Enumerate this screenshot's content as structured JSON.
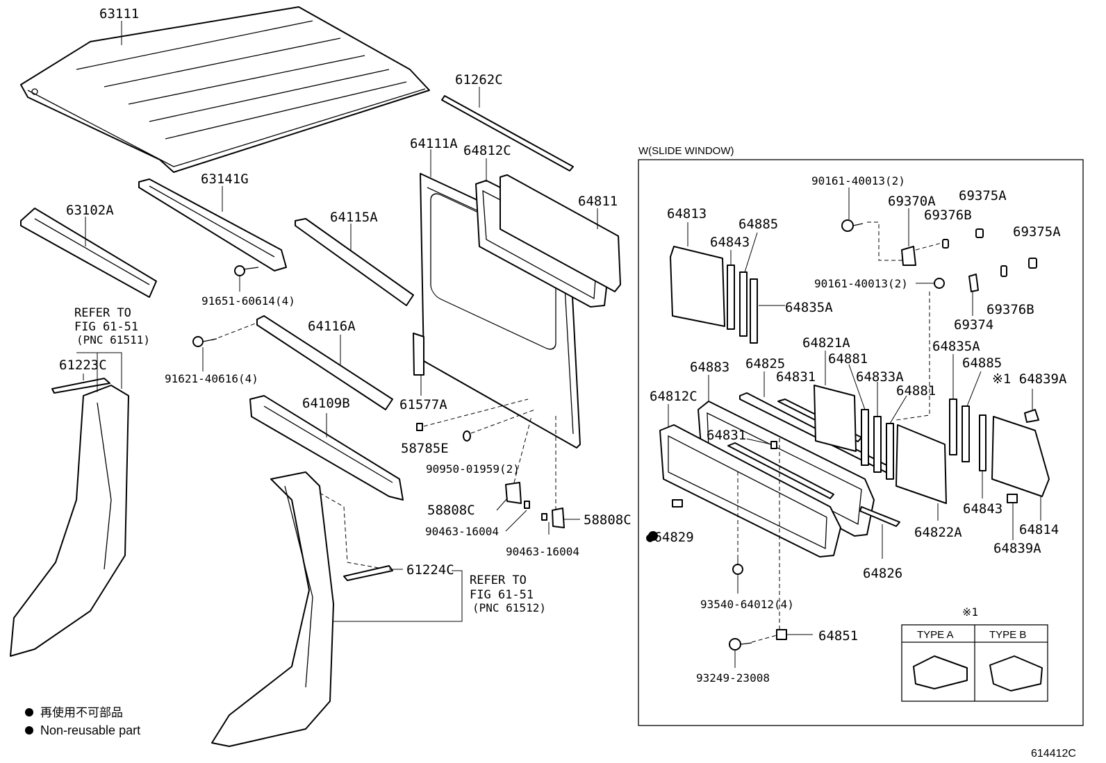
{
  "labels": {
    "p63111": "63111",
    "p61262C": "61262C",
    "p63141G": "63141G",
    "p63102A": "63102A",
    "p64115A": "64115A",
    "p64111A": "64111A",
    "p64812C_top": "64812C",
    "p64811": "64811",
    "p91651": "91651-60614(4)",
    "p64116A": "64116A",
    "p91621": "91621-40616(4)",
    "p61223C": "61223C",
    "p64109B": "64109B",
    "p61577A": "61577A",
    "p58785E": "58785E",
    "p90950": "90950-01959(2)",
    "p58808C_l": "58808C",
    "p58808C_r": "58808C",
    "p90463_l": "90463-16004",
    "p90463_r": "90463-16004",
    "p61224C": "61224C",
    "refer1_a": "REFER TO",
    "refer1_b": "FIG 61-51",
    "refer1_c": "(PNC 61511)",
    "refer2_a": "REFER TO",
    "refer2_b": "FIG 61-51",
    "refer2_c": "(PNC 61512)",
    "slide_title": "W(SLIDE WINDOW)",
    "p90161_a": "90161-40013(2)",
    "p90161_b": "90161-40013(2)",
    "p69370A": "69370A",
    "p69375A_1": "69375A",
    "p69376B_1": "69376B",
    "p69375A_2": "69375A",
    "p69374": "69374",
    "p69376B_2": "69376B",
    "p64813": "64813",
    "p64885_1": "64885",
    "p64843_1": "64843",
    "p64835A_1": "64835A",
    "p64821A": "64821A",
    "p64881_1": "64881",
    "p64835A_2": "64835A",
    "p64885_2": "64885",
    "p64883": "64883",
    "p64825": "64825",
    "p64831_1": "64831",
    "p64833A": "64833A",
    "p64881_2": "64881",
    "p64839A_1": "※1 64839A",
    "p64812C_bot": "64812C",
    "p64831_2": "64831",
    "p64829": "●64829",
    "p64822A": "64822A",
    "p64843_2": "64843",
    "p64814": "64814",
    "p64839A_2": "64839A",
    "p64826": "64826",
    "p93540": "93540-64012(4)",
    "p64851": "64851",
    "p93249": "93249-23008",
    "note_mark": "※1",
    "type_a": "TYPE A",
    "type_b": "TYPE B",
    "legend_jp": "再使用不可部品",
    "legend_en": "Non-reusable part",
    "fig_id": "614412C"
  }
}
